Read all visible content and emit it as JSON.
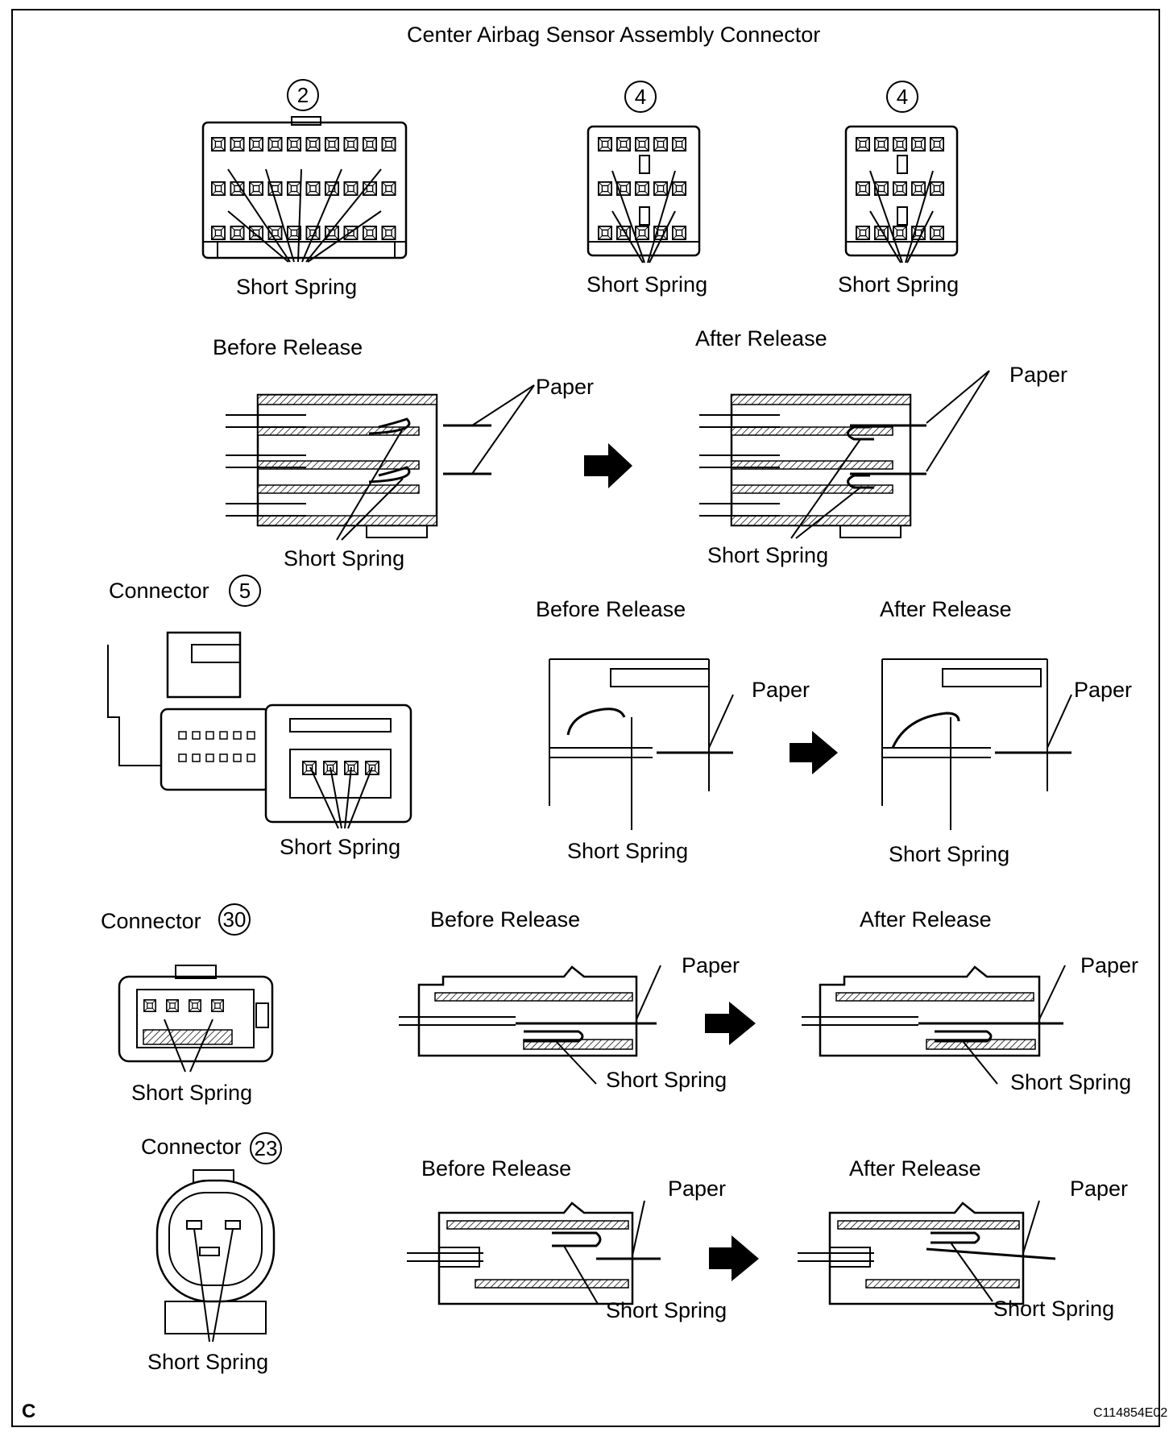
{
  "title": "Center Airbag Sensor Assembly Connector",
  "connectors_top": [
    {
      "number": "2",
      "label": "Short Spring"
    },
    {
      "number": "4",
      "label": "Short Spring"
    },
    {
      "number": "4",
      "label": "Short Spring"
    }
  ],
  "section1": {
    "before": "Before Release",
    "after": "After Release",
    "paper": "Paper",
    "spring": "Short Spring"
  },
  "connector5": {
    "prefix": "Connector",
    "number": "5",
    "spring": "Short Spring",
    "before": "Before Release",
    "after": "After Release",
    "paper": "Paper"
  },
  "connector30": {
    "prefix": "Connector",
    "number": "30",
    "spring": "Short Spring",
    "before": "Before Release",
    "after": "After Release",
    "paper": "Paper"
  },
  "connector23": {
    "prefix": "Connector",
    "number": "23",
    "spring": "Short Spring",
    "before": "Before Release",
    "after": "After Release",
    "paper": "Paper"
  },
  "corner_letter": "C",
  "figure_code": "C114854E02"
}
